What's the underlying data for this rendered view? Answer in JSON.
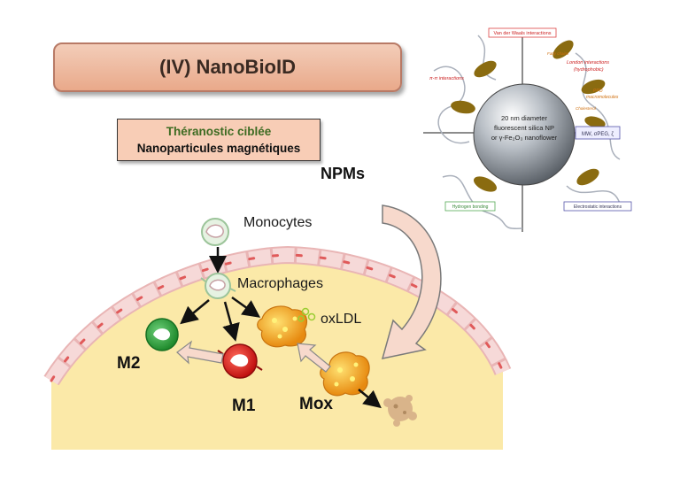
{
  "title": "(IV) NanoBioID",
  "theranostic": {
    "line1": "Théranostic ciblée",
    "line2": "Nanoparticules magnétiques"
  },
  "npms_label": "NPMs",
  "cells": {
    "monocytes": "Monocytes",
    "macrophages": "Macrophages",
    "oxldl": "oxLDL",
    "m2": "M2",
    "m1": "M1",
    "mox": "Mox"
  },
  "nanoparticle": {
    "core_line1": "20 nm diameter",
    "core_line2": "fluorescent silica NP",
    "core_line3": "or γ-Fe₂O₃ nanoflower",
    "mw_label": "MW, σPEG, ζ",
    "interactions": {
      "van_der_waals": "Van der Waals interactions",
      "pi_pi": "π-π interactions",
      "london": "London interactions",
      "london_sub": "(hydrophobic)",
      "ppo": "PPO",
      "ppo_sub": "macromolecules",
      "hydrogen": "Hydrogen bonding",
      "electrostatic": "Electrostatic interactions",
      "cholesterol": "Cholesterol",
      "fatty_chains": "Fatty chains"
    }
  },
  "colors": {
    "title_fill": "#eab196",
    "theranostic_fill": "#f8cdb6",
    "tissue": "#fbe9a8",
    "endothelium": "#f2c9c8",
    "m1": "#d42020",
    "m2": "#2e9e3c",
    "mox": "#f0a020",
    "arrow": "#f7d9cc"
  }
}
